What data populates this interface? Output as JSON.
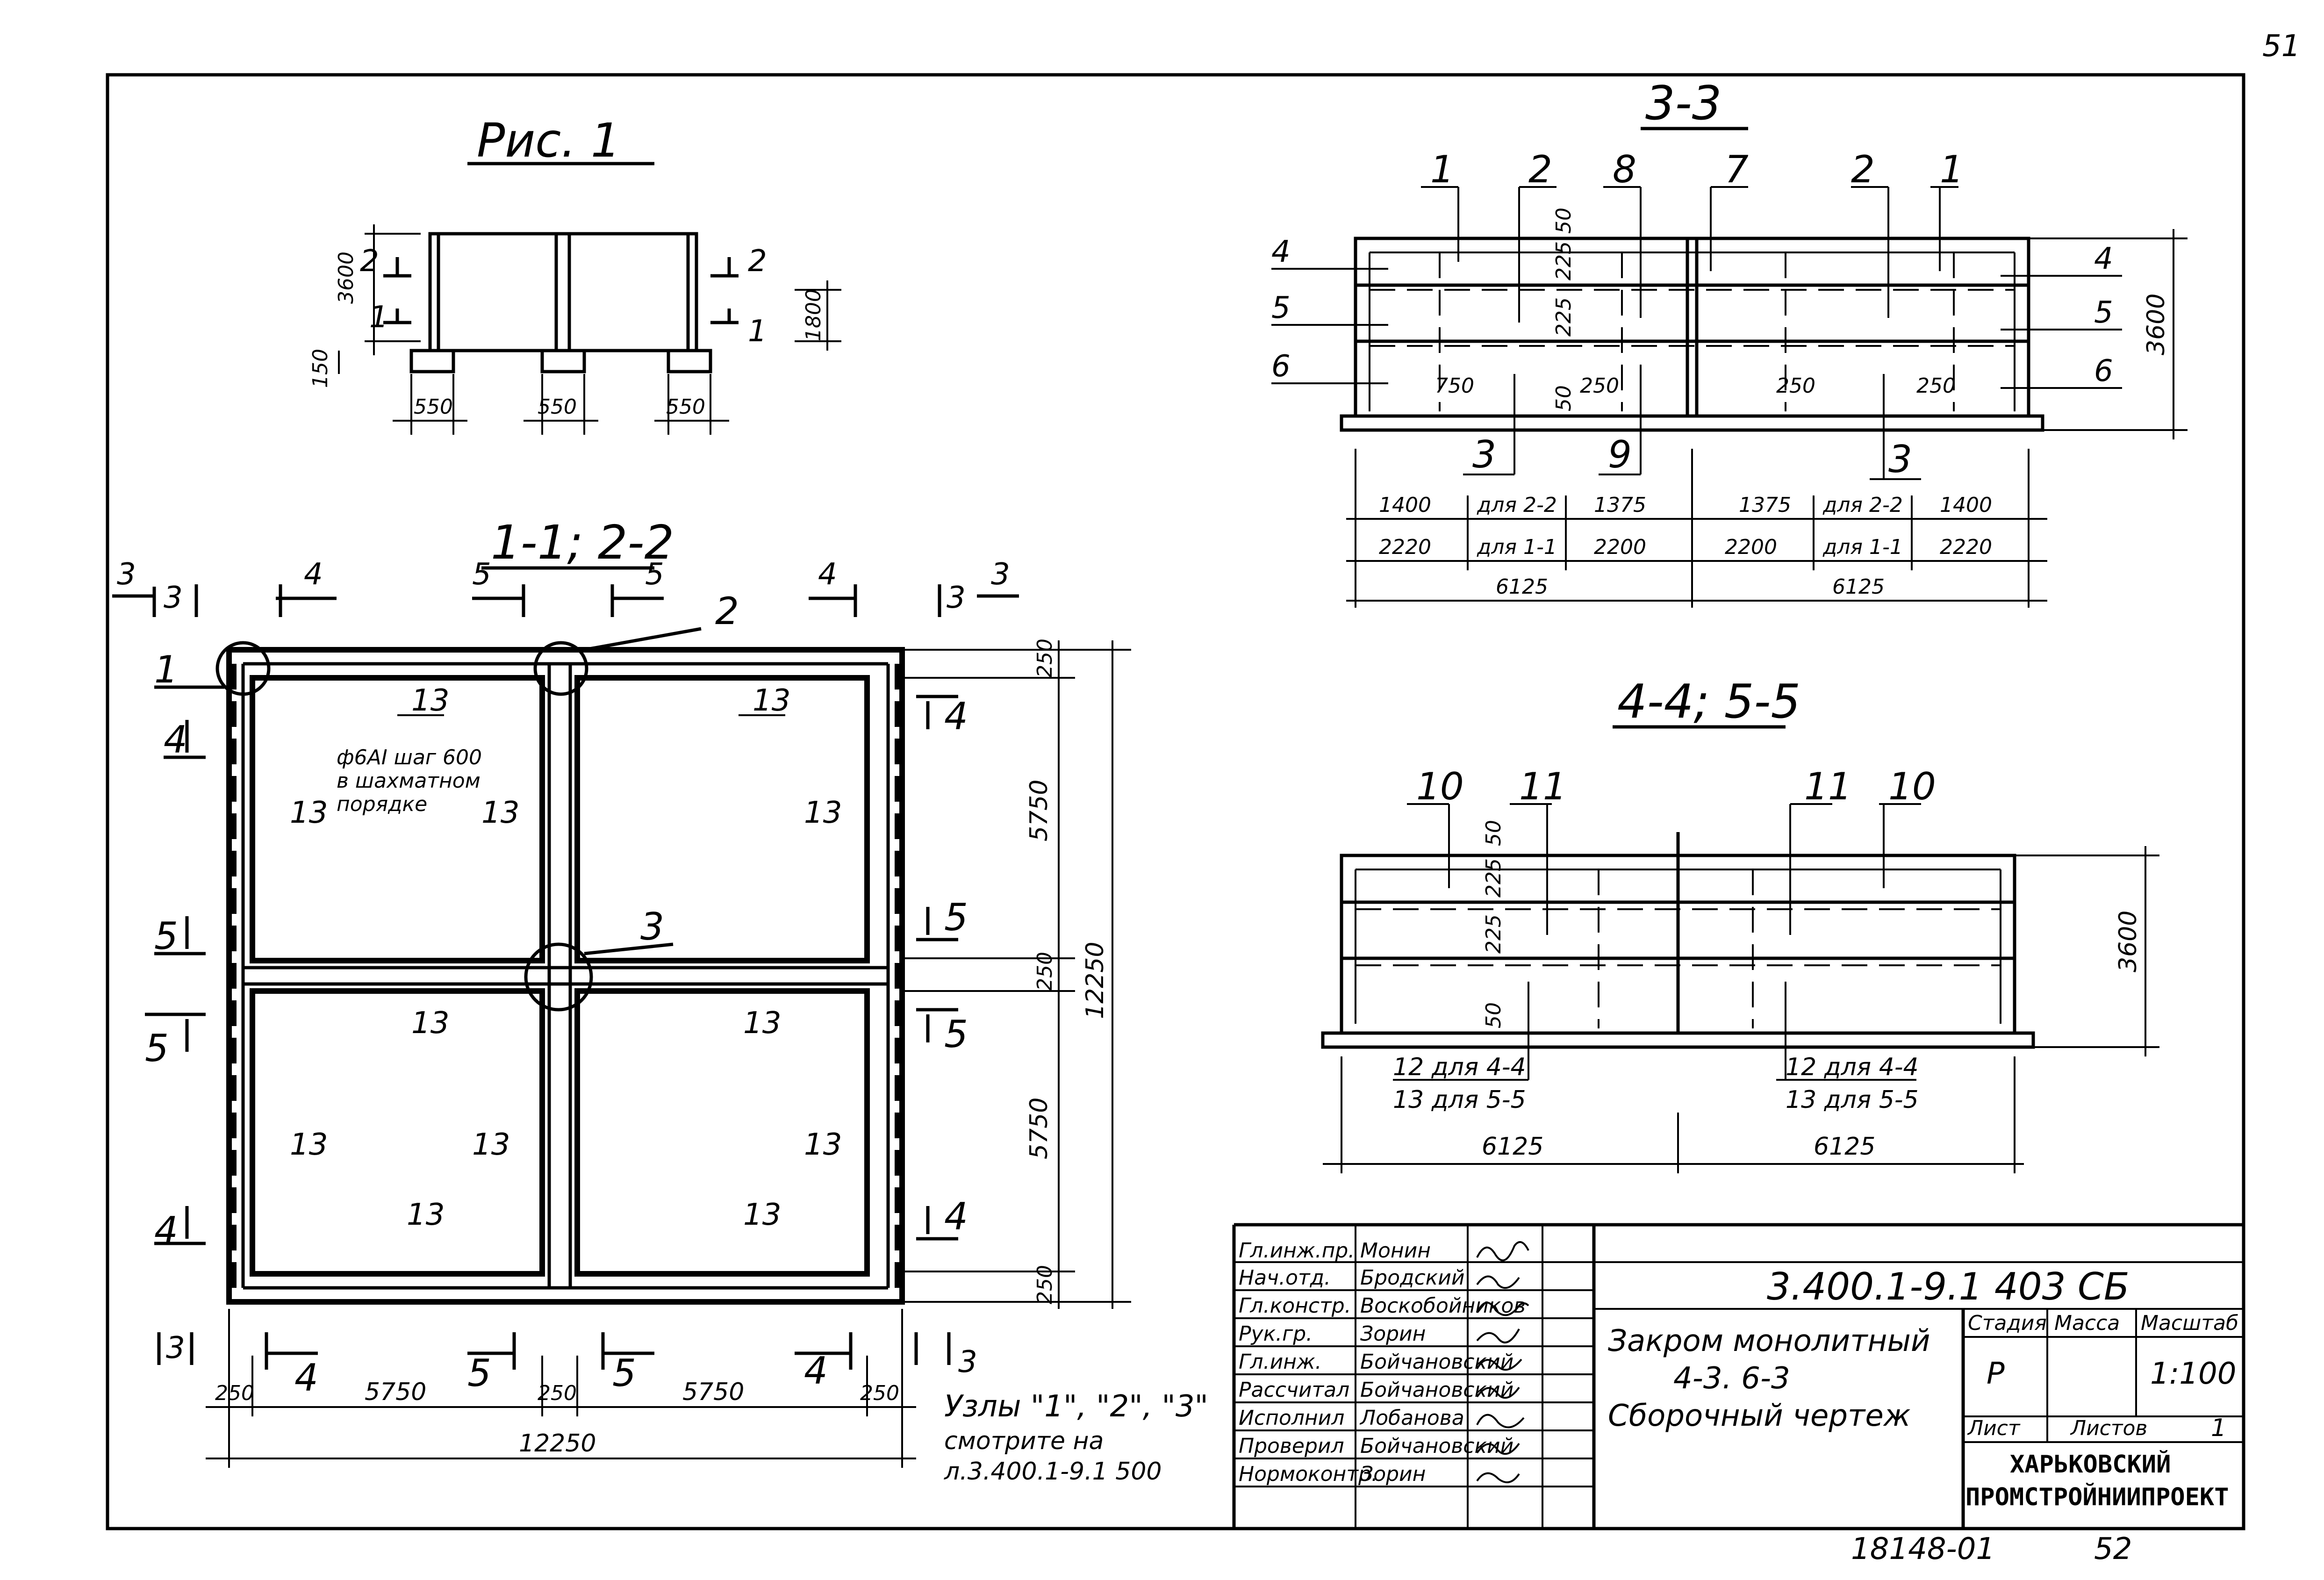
{
  "sheet": {
    "page_number": "51",
    "bottom_number": "18148-01",
    "bottom_page": "52"
  },
  "fig1": {
    "title": "Рис. 1",
    "height_3600": "3600",
    "height_1800": "1800",
    "base_150": "150",
    "section_2_left": "2",
    "section_1_left": "1",
    "section_2_right": "2",
    "section_1_right": "1",
    "dims": [
      "550",
      "550",
      "550"
    ]
  },
  "plan": {
    "title": "1-1; 2-2",
    "cut_labels": [
      "3",
      "3",
      "4",
      "5",
      "5",
      "4",
      "3",
      "3"
    ],
    "callout_1": "1",
    "callout_2": "2",
    "callout_3": "3",
    "note_line1": "ф6АI шаг 600",
    "note_line2": "в шахматном",
    "note_line3": "порядке",
    "item13": "13",
    "side_left": [
      "4",
      "5",
      "5",
      "4"
    ],
    "side_right": [
      "4",
      "5",
      "5",
      "4"
    ],
    "dim_right": [
      "250",
      "5750",
      "250",
      "5750",
      "250"
    ],
    "dim_total_right": "12250",
    "dim_bottom": [
      "250",
      "5750",
      "250",
      "5750",
      "250"
    ],
    "dim_total_bottom": "12250",
    "bottom_cuts": [
      "3",
      "4",
      "5",
      "5",
      "4",
      "3"
    ],
    "nodes_line1": "Узлы \"1\", \"2\", \"3\"",
    "nodes_line2": "смотрите на",
    "nodes_line3": "л.3.400.1-9.1 500"
  },
  "section33": {
    "title": "3-3",
    "top_labels": [
      "1",
      "2",
      "8",
      "7",
      "2",
      "1"
    ],
    "left_labels": [
      "4",
      "5",
      "6"
    ],
    "right_labels": [
      "4",
      "5",
      "6"
    ],
    "bottom_labels": [
      "3",
      "9",
      "3"
    ],
    "inner_dims": [
      "50",
      "225",
      "225",
      "50"
    ],
    "dim_750": "750",
    "dim_250": "250",
    "height": "3600",
    "row1": [
      "1400",
      "для 2-2",
      "1375",
      "1375",
      "для 2-2",
      "1400"
    ],
    "row2": [
      "2220",
      "для 1-1",
      "2200",
      "2200",
      "для 1-1",
      "2220"
    ],
    "row3": [
      "6125",
      "6125"
    ]
  },
  "section44": {
    "title": "4-4; 5-5",
    "top_labels": [
      "10",
      "11",
      "11",
      "10"
    ],
    "inner_dims": [
      "50",
      "225",
      "225",
      "50"
    ],
    "height": "3600",
    "label_left_1": "12 для 4-4",
    "label_left_2": "13 для 5-5",
    "label_right_1": "12 для 4-4",
    "label_right_2": "13 для 5-5",
    "dims": [
      "6125",
      "6125"
    ]
  },
  "title_block": {
    "roles": [
      "Гл.инж.пр.",
      "Нач.отд.",
      "Гл.констр.",
      "Рук.гр.",
      "Гл.инж.",
      "Рассчитал",
      "Исполнил",
      "Проверил",
      "Нормоконтр."
    ],
    "names": [
      "Монин",
      "Бродский",
      "Воскобойников",
      "Зорин",
      "Бойчановский",
      "Бойчановский",
      "Лобанова",
      "Бойчановский",
      "Зорин"
    ],
    "doc_code": "3.400.1-9.1  403 СБ",
    "desc_line1": "Закром монолитный",
    "desc_line2": "4-3. 6-3",
    "desc_line3": "Сборочный чертеж",
    "stage_label": "Стадия",
    "mass_label": "Масса",
    "scale_label": "Масштаб",
    "stage": "Р",
    "scale": "1:100",
    "sheet_label": "Лист",
    "sheets_label": "Листов",
    "sheets": "1",
    "org_line1": "ХАРЬКОВСКИЙ",
    "org_line2": "ПРОМСТРОЙНИИПРОЕКТ"
  }
}
